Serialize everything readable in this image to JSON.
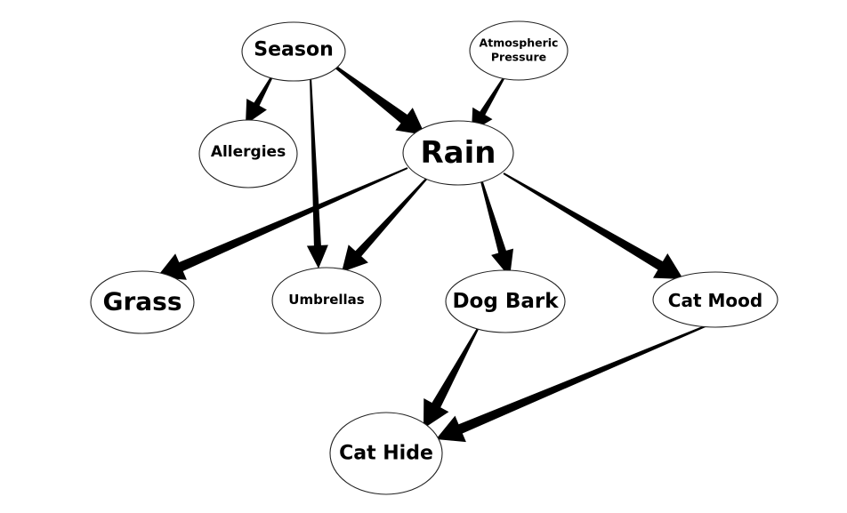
{
  "nodes": {
    "season": "Season",
    "atmospheric_pressure": [
      "Atmospheric",
      "Pressure"
    ],
    "allergies": "Allergies",
    "rain": "Rain",
    "grass": "Grass",
    "umbrellas": "Umbrellas",
    "dog_bark": "Dog Bark",
    "cat_mood": "Cat Mood",
    "cat_hide": "Cat Hide"
  },
  "edges": [
    {
      "from": "Season",
      "to": "Allergies"
    },
    {
      "from": "Season",
      "to": "Rain"
    },
    {
      "from": "Season",
      "to": "Umbrellas"
    },
    {
      "from": "Atmospheric Pressure",
      "to": "Rain"
    },
    {
      "from": "Rain",
      "to": "Grass"
    },
    {
      "from": "Rain",
      "to": "Umbrellas"
    },
    {
      "from": "Rain",
      "to": "Dog Bark"
    },
    {
      "from": "Rain",
      "to": "Cat Mood"
    },
    {
      "from": "Dog Bark",
      "to": "Cat Hide"
    },
    {
      "from": "Cat Mood",
      "to": "Cat Hide"
    }
  ],
  "colors": {
    "edge": "#000000",
    "node_fill": "#ffffff",
    "node_stroke": "#222222"
  }
}
